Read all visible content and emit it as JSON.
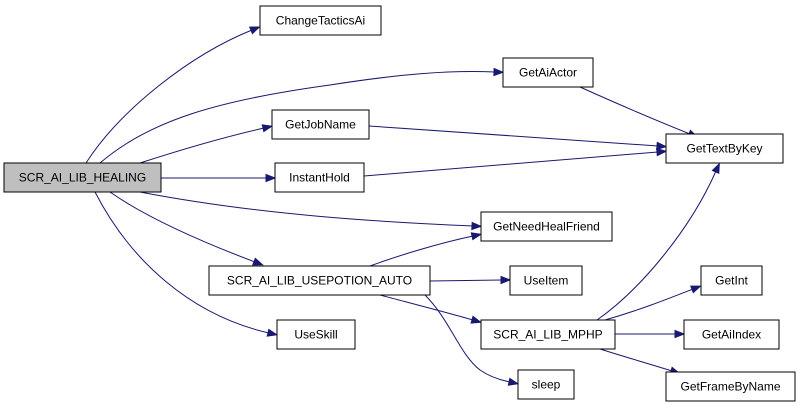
{
  "colors": {
    "edge": "#191970",
    "node_fill": "#ffffff",
    "root_fill": "#bfbfbf",
    "border": "#000000"
  },
  "nodes": [
    {
      "id": "healing",
      "label": "SCR_AI_LIB_HEALING",
      "root": true
    },
    {
      "id": "change",
      "label": "ChangeTacticsAi"
    },
    {
      "id": "actor",
      "label": "GetAiActor"
    },
    {
      "id": "job",
      "label": "GetJobName"
    },
    {
      "id": "hold",
      "label": "InstantHold"
    },
    {
      "id": "textkey",
      "label": "GetTextByKey"
    },
    {
      "id": "needheal",
      "label": "GetNeedHealFriend"
    },
    {
      "id": "usepotion",
      "label": "SCR_AI_LIB_USEPOTION_AUTO"
    },
    {
      "id": "useitem",
      "label": "UseItem"
    },
    {
      "id": "getint",
      "label": "GetInt"
    },
    {
      "id": "mphp",
      "label": "SCR_AI_LIB_MPHP"
    },
    {
      "id": "aiindex",
      "label": "GetAiIndex"
    },
    {
      "id": "useskill",
      "label": "UseSkill"
    },
    {
      "id": "framebyname",
      "label": "GetFrameByName"
    },
    {
      "id": "sleep",
      "label": "sleep"
    }
  ],
  "edges": [
    {
      "from": "healing",
      "to": "change"
    },
    {
      "from": "healing",
      "to": "actor"
    },
    {
      "from": "healing",
      "to": "job"
    },
    {
      "from": "healing",
      "to": "hold"
    },
    {
      "from": "healing",
      "to": "needheal"
    },
    {
      "from": "healing",
      "to": "usepotion"
    },
    {
      "from": "healing",
      "to": "useskill"
    },
    {
      "from": "actor",
      "to": "textkey"
    },
    {
      "from": "job",
      "to": "textkey"
    },
    {
      "from": "hold",
      "to": "textkey"
    },
    {
      "from": "usepotion",
      "to": "needheal"
    },
    {
      "from": "usepotion",
      "to": "useitem"
    },
    {
      "from": "usepotion",
      "to": "mphp"
    },
    {
      "from": "usepotion",
      "to": "sleep"
    },
    {
      "from": "mphp",
      "to": "textkey"
    },
    {
      "from": "mphp",
      "to": "getint"
    },
    {
      "from": "mphp",
      "to": "aiindex"
    },
    {
      "from": "mphp",
      "to": "framebyname"
    }
  ]
}
